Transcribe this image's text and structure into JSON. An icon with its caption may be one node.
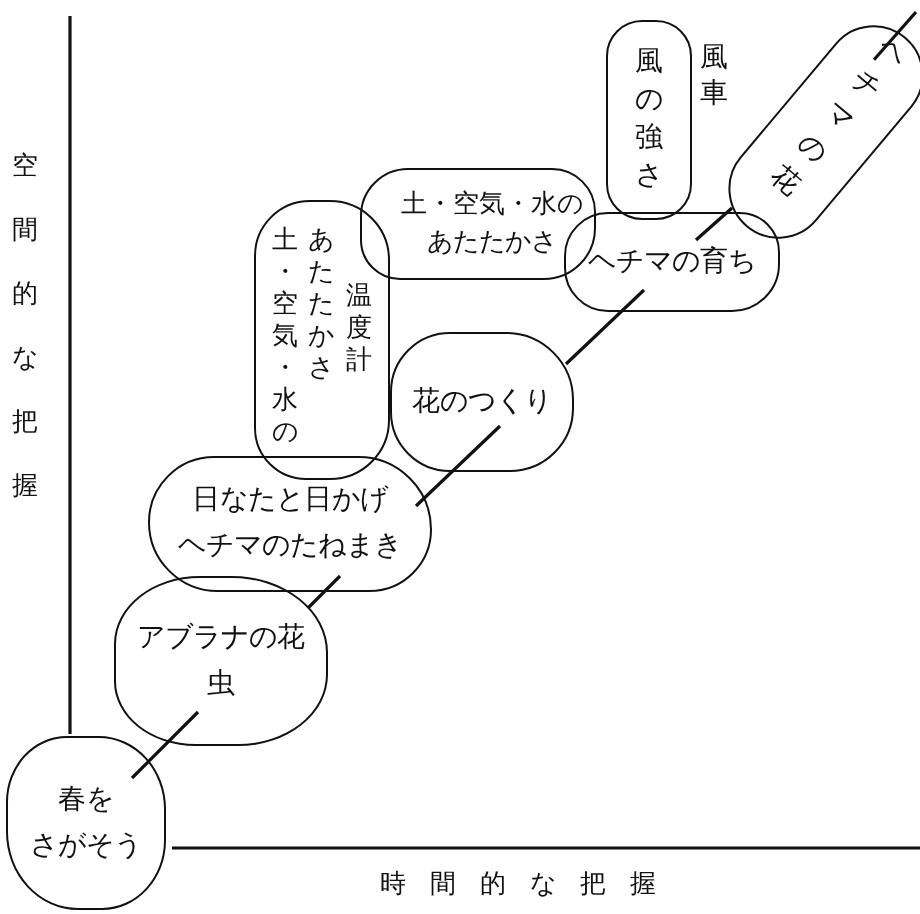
{
  "diagram": {
    "nodes": [
      {
        "text": [
          "春を",
          "さがそう"
        ]
      },
      {
        "text": [
          "アブラナの花",
          "虫"
        ]
      },
      {
        "text": [
          "日なたと日かげ",
          "ヘチマのたねまき"
        ]
      },
      {
        "text": [
          "花のつくり"
        ]
      },
      {
        "text": [
          "ヘチマの育ち"
        ]
      },
      {
        "text": [
          "ヘチマの花"
        ]
      },
      {
        "text": [
          "風の強さ"
        ],
        "beside": [
          "風車"
        ]
      },
      {
        "text": [
          "土・空気・水のあたたかさ"
        ]
      },
      {
        "text": [
          "土・空気・水のあたたかさ",
          "温度計"
        ]
      }
    ],
    "edges": [
      {
        "from": 0,
        "to": 1,
        "arrow": "none"
      },
      {
        "from": 1,
        "to": 2,
        "arrow": "none"
      },
      {
        "from": 2,
        "to": 3,
        "arrow": "none"
      },
      {
        "from": 3,
        "to": 4,
        "arrow": "none"
      },
      {
        "from": 4,
        "to": 5,
        "arrow": "none"
      },
      {
        "from": 5,
        "to": null,
        "arrow": "none"
      }
    ],
    "labels": [
      "空間的な把握",
      "時間的な把握"
    ]
  }
}
